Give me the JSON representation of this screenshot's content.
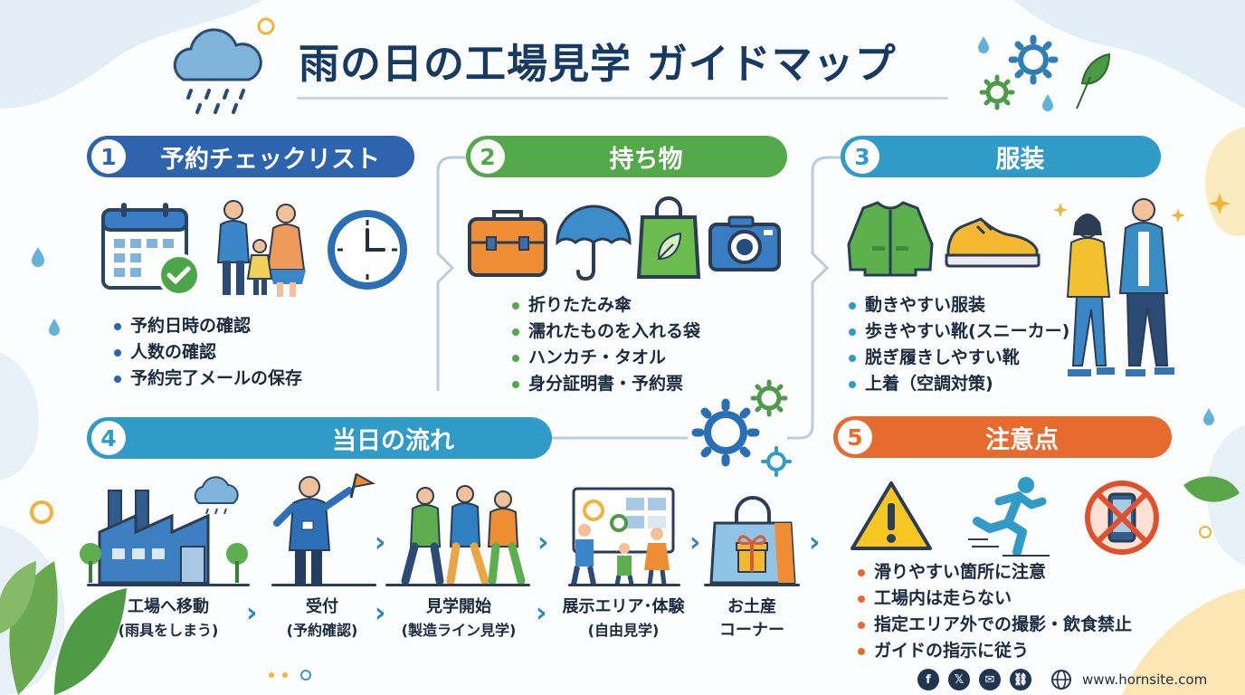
{
  "title": "雨の日の工場見学 ガイドマップ",
  "colors": {
    "blue": "#2d64ad",
    "green": "#53a84a",
    "teal": "#2f9bc6",
    "orange": "#e56c2e"
  },
  "sections": {
    "reservation": {
      "num": "1",
      "label": "予約チェックリスト",
      "items": [
        "予約日時の確認",
        "人数の確認",
        "予約完了メールの保存"
      ]
    },
    "belongings": {
      "num": "2",
      "label": "持ち物",
      "items": [
        "折りたたみ傘",
        "濡れたものを入れる袋",
        "ハンカチ・タオル",
        "身分証明書・予約票"
      ]
    },
    "clothing": {
      "num": "3",
      "label": "服装",
      "items": [
        "動きやすい服装",
        "歩きやすい靴(スニーカー)",
        "脱ぎ履きしやすい靴",
        "上着（空調対策)"
      ]
    },
    "flow": {
      "num": "4",
      "label": "当日の流れ",
      "steps": [
        {
          "line1": "工場へ移動",
          "line2": "(雨具をしまう)"
        },
        {
          "line1": "受付",
          "line2": "(予約確認)"
        },
        {
          "line1": "見学開始",
          "line2": "(製造ライン見学)"
        },
        {
          "line1": "展示エリア･体験",
          "line2": "(自由見学)"
        },
        {
          "line1": "お土産",
          "line2": "コーナー"
        }
      ]
    },
    "cautions": {
      "num": "5",
      "label": "注意点",
      "items": [
        "滑りやすい箇所に注意",
        "工場内は走らない",
        "指定エリア外での撮影・飲食禁止",
        "ガイドの指示に従う"
      ]
    }
  },
  "footer": {
    "icons": [
      "facebook-icon",
      "x-icon",
      "mail-icon",
      "link-icon",
      "globe-icon"
    ],
    "url": "www.hornsite.com"
  }
}
